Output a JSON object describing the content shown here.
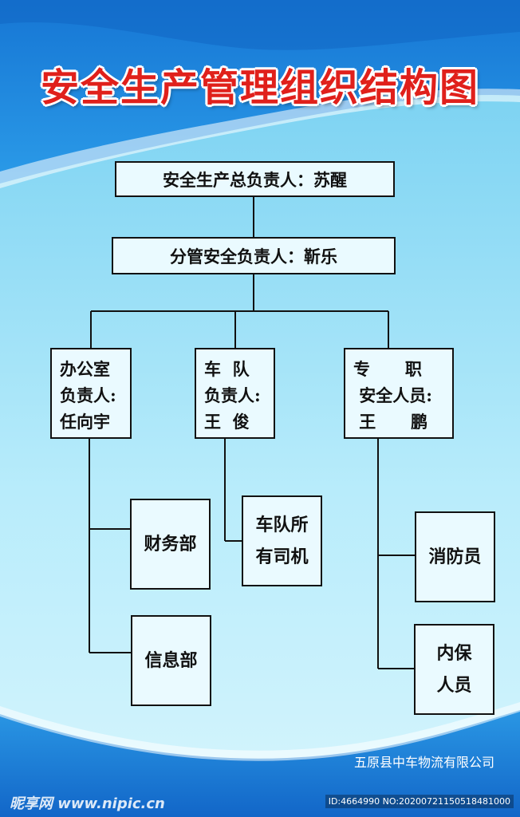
{
  "title": "安全生产管理组织结构图",
  "head": "安全生产总负责人：苏醒",
  "deputy": "分管安全负责人：靳乐",
  "departments": [
    {
      "lines": [
        "办公室",
        "负责人:",
        "任向宇"
      ]
    },
    {
      "lines": [
        "车  队",
        "负责人:",
        "王  俊"
      ]
    },
    {
      "lines": [
        "专      职",
        " 安全人员:",
        " 王      鹏"
      ]
    }
  ],
  "units": {
    "finance": [
      "财务部"
    ],
    "info": [
      "信息部"
    ],
    "drivers": [
      "车队所",
      "有司机"
    ],
    "fire": [
      "消防员"
    ],
    "security": [
      "内保",
      "人员"
    ]
  },
  "company": "五原县中车物流有限公司",
  "watermark": {
    "logo": "昵享网 www.nipic.cn",
    "id": "ID:4664990 NO:20200721150518481000"
  },
  "colors": {
    "title": "#e0201b",
    "background": "#7fd6f2",
    "header_blue": "#1a7fd8",
    "line": "#111111"
  }
}
